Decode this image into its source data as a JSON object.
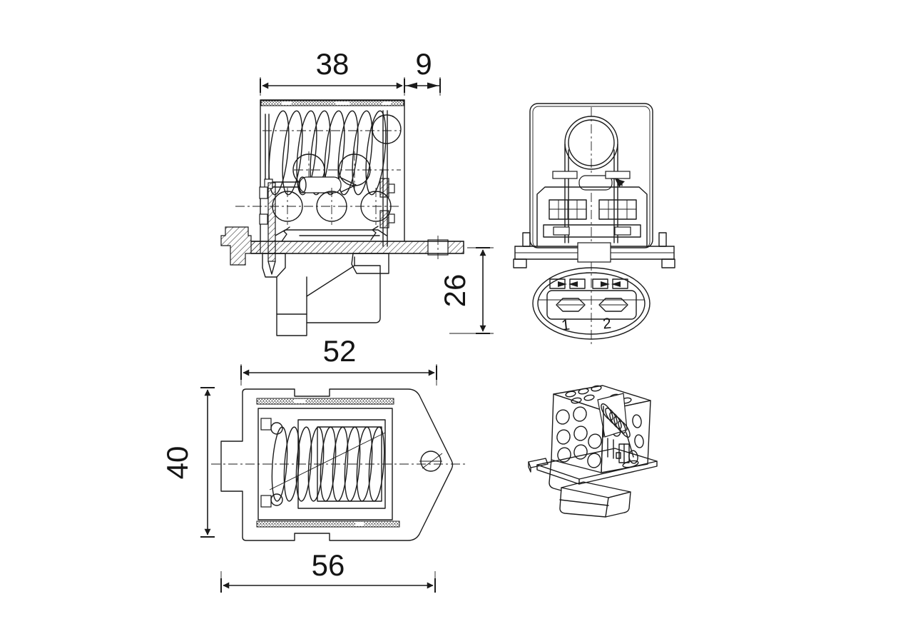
{
  "drawing": {
    "type": "engineering-drawing",
    "subject": "blower-motor-resistor",
    "background_color": "#ffffff",
    "line_color": "#1b1b1b",
    "views": [
      {
        "id": "front-view",
        "position": "top-left"
      },
      {
        "id": "side-view",
        "position": "top-right"
      },
      {
        "id": "plan-view",
        "position": "bottom-left"
      },
      {
        "id": "isometric-view",
        "position": "bottom-right"
      }
    ],
    "dimensions": {
      "d38": "38",
      "d9": "9",
      "d26": "26",
      "d52": "52",
      "d40": "40",
      "d56": "56"
    },
    "terminals": {
      "t1": "1",
      "t2": "2"
    }
  }
}
